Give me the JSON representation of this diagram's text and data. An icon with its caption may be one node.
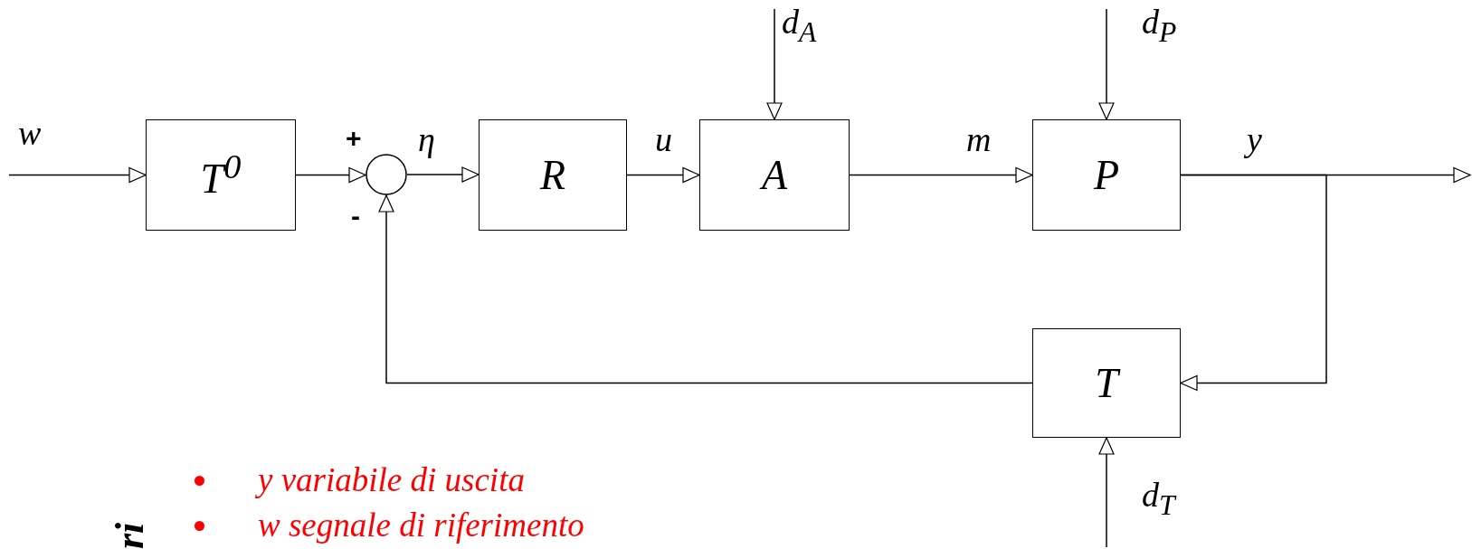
{
  "diagram": {
    "nodes": [
      {
        "text": [
          "T$^{0}$"
        ]
      },
      {
        "text": [],
        "shape": "circle"
      },
      {
        "text": [
          "R"
        ]
      },
      {
        "text": [
          "A"
        ]
      },
      {
        "text": [
          "P"
        ]
      },
      {
        "text": [
          "T"
        ]
      }
    ],
    "edges": [
      {
        "from": null,
        "to": 0,
        "arrow": "to",
        "label": "w"
      },
      {
        "from": 0,
        "to": 1,
        "arrow": "to"
      },
      {
        "from": 1,
        "to": 2,
        "arrow": "to",
        "label": "η"
      },
      {
        "from": 2,
        "to": 3,
        "arrow": "to",
        "label": "u"
      },
      {
        "from": 3,
        "to": 4,
        "arrow": "to",
        "label": "m"
      },
      {
        "from": 4,
        "to": null,
        "arrow": "to",
        "label": "y"
      },
      {
        "from": 4,
        "to": 5,
        "arrow": "to"
      },
      {
        "from": 5,
        "to": 1,
        "arrow": "to"
      },
      {
        "from": null,
        "to": 3,
        "arrow": "to",
        "label": "d$_{A}$"
      },
      {
        "from": null,
        "to": 4,
        "arrow": "to",
        "label": "d$_{P}$"
      },
      {
        "from": null,
        "to": 5,
        "arrow": "to",
        "label": "d$_{T}$"
      }
    ],
    "labels": [
      "+",
      "-",
      "y variabile di uscita",
      "w segnale di riferimento",
      "ri"
    ]
  }
}
